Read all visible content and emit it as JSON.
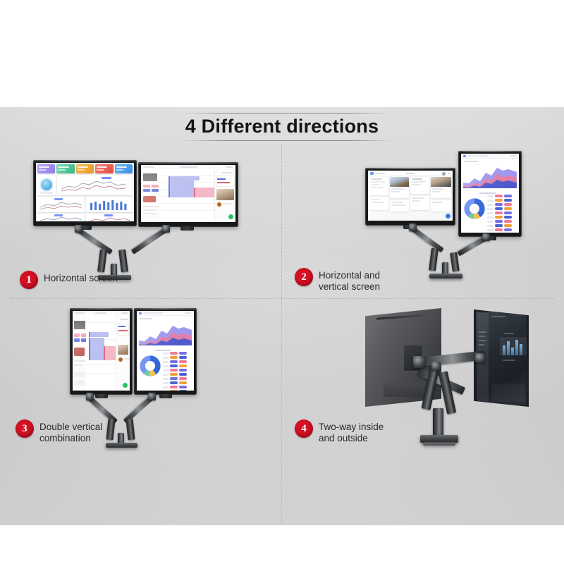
{
  "page": {
    "title": "4 Different directions",
    "background_color": "#ffffff",
    "panel_color": "#cfcfcf",
    "accent_color": "#d61124"
  },
  "quadrants": [
    {
      "number": "1",
      "label": "Horizontal screen",
      "arrangement": "two landscape monitors side by side on a dual gas-spring arm"
    },
    {
      "number": "2",
      "label": "Horizontal and\nvertical screen",
      "arrangement": "one landscape monitor plus one portrait monitor"
    },
    {
      "number": "3",
      "label": "Double vertical\ncombination",
      "arrangement": "two portrait monitors side by side"
    },
    {
      "number": "4",
      "label": "Two-way inside\nand outside",
      "arrangement": "one monitor facing back, one facing front"
    }
  ],
  "screens": {
    "dashboard": {
      "name": "analytics-dashboard",
      "stat_card_colors": [
        "#8a6fe0",
        "#35c08b",
        "#f0a32a",
        "#ef5a52",
        "#4b9ff2"
      ],
      "accent": "#5b7cfa",
      "chart_types": [
        "line",
        "line",
        "bar",
        "line",
        "line"
      ]
    },
    "calendar": {
      "name": "calendar-schedule",
      "event_colors": [
        "#b9bff0",
        "#f3b9c6"
      ],
      "sidebar": true,
      "right_panel": true
    },
    "board": {
      "name": "card-board",
      "columns": 4,
      "accent": "#3b78e7"
    },
    "analytics": {
      "name": "report-analytics",
      "area_colors": [
        "#7a6fe0",
        "#4b63d6",
        "#ef7a9a"
      ],
      "donut_colors": [
        "#3b6fe0",
        "#6f8ff2",
        "#f2c14e",
        "#6bc9a8"
      ],
      "table_rows": 14
    },
    "dark_monitor": {
      "name": "dark-dashboard",
      "bar_color": "#7fb3d9"
    }
  }
}
